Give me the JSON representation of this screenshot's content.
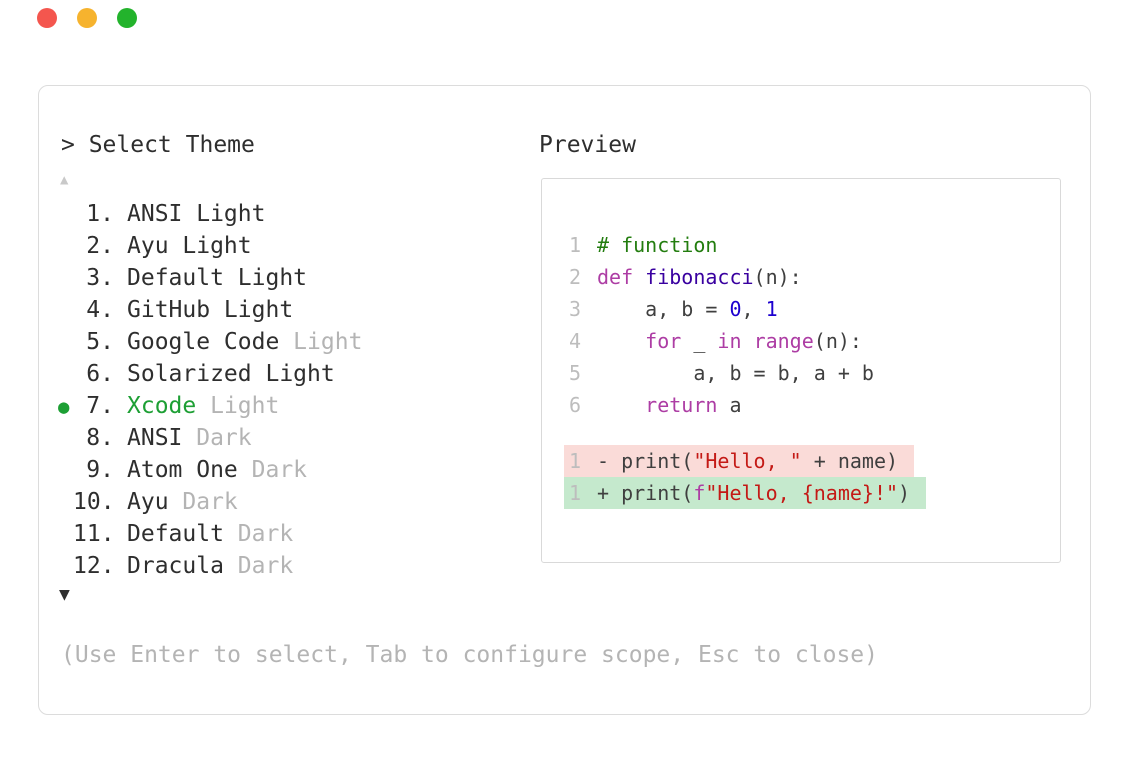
{
  "window": {
    "controls": [
      "close",
      "minimize",
      "zoom"
    ]
  },
  "palette": {
    "title": "> Select Theme",
    "scroll_up": "▲",
    "scroll_down": "▼",
    "selected_bullet": "●",
    "hint": "(Use Enter to select, Tab to configure scope, Esc to close)",
    "items": [
      {
        "number": "1.",
        "name": "ANSI Light",
        "muted": "",
        "selected": false
      },
      {
        "number": "2.",
        "name": "Ayu Light",
        "muted": "",
        "selected": false
      },
      {
        "number": "3.",
        "name": "Default Light",
        "muted": "",
        "selected": false
      },
      {
        "number": "4.",
        "name": "GitHub Light",
        "muted": "",
        "selected": false
      },
      {
        "number": "5.",
        "name": "Google Code",
        "muted": "Light",
        "selected": false
      },
      {
        "number": "6.",
        "name": "Solarized Light",
        "muted": "",
        "selected": false
      },
      {
        "number": "7.",
        "name": "Xcode",
        "muted": "Light",
        "selected": true
      },
      {
        "number": "8.",
        "name": "ANSI",
        "muted": "Dark",
        "selected": false
      },
      {
        "number": "9.",
        "name": "Atom One",
        "muted": "Dark",
        "selected": false
      },
      {
        "number": "10.",
        "name": "Ayu",
        "muted": "Dark",
        "selected": false
      },
      {
        "number": "11.",
        "name": "Default",
        "muted": "Dark",
        "selected": false
      },
      {
        "number": "12.",
        "name": "Dracula",
        "muted": "Dark",
        "selected": false
      }
    ]
  },
  "preview": {
    "title": "Preview",
    "code_lines": [
      {
        "num": "1",
        "segments": [
          {
            "text": "# function",
            "color": "comment"
          }
        ]
      },
      {
        "num": "2",
        "segments": [
          {
            "text": "def ",
            "color": "keyword"
          },
          {
            "text": "fibonacci",
            "color": "function"
          },
          {
            "text": "(n):",
            "color": "plain"
          }
        ]
      },
      {
        "num": "3",
        "segments": [
          {
            "text": "    a, b = ",
            "color": "plain"
          },
          {
            "text": "0",
            "color": "number"
          },
          {
            "text": ", ",
            "color": "plain"
          },
          {
            "text": "1",
            "color": "number"
          }
        ]
      },
      {
        "num": "4",
        "segments": [
          {
            "text": "    ",
            "color": "plain"
          },
          {
            "text": "for",
            "color": "keyword"
          },
          {
            "text": " _ ",
            "color": "plain"
          },
          {
            "text": "in",
            "color": "keyword"
          },
          {
            "text": " ",
            "color": "plain"
          },
          {
            "text": "range",
            "color": "keyword"
          },
          {
            "text": "(n):",
            "color": "plain"
          }
        ]
      },
      {
        "num": "5",
        "segments": [
          {
            "text": "        a, b = b, a + b",
            "color": "plain"
          }
        ]
      },
      {
        "num": "6",
        "segments": [
          {
            "text": "    ",
            "color": "plain"
          },
          {
            "text": "return",
            "color": "keyword"
          },
          {
            "text": " a",
            "color": "plain"
          }
        ]
      }
    ],
    "diff_lines": [
      {
        "num": "1",
        "kind": "removed",
        "segments": [
          {
            "text": "- print(",
            "color": "plain"
          },
          {
            "text": "\"Hello, \"",
            "color": "string"
          },
          {
            "text": " + name)",
            "color": "plain"
          }
        ]
      },
      {
        "num": "1",
        "kind": "added",
        "segments": [
          {
            "text": "+ print(",
            "color": "plain"
          },
          {
            "text": "f",
            "color": "keyword"
          },
          {
            "text": "\"Hello, {name}!\"",
            "color": "string"
          },
          {
            "text": ")",
            "color": "plain"
          }
        ]
      }
    ]
  },
  "colors": {
    "text": "#2e2e2e",
    "muted_text": "#b4b4b4",
    "selected_green": "#1d9f34",
    "comment": "#237d0f",
    "keyword": "#ad3da4",
    "function": "#3900a0",
    "number": "#1c00cf",
    "string": "#c41a16",
    "plain": "#3f3f3f",
    "line_number": "#bdbdbd",
    "removed_bg": "#fadbd8",
    "added_bg": "#c5e9cd",
    "traffic_red": "#f4564e",
    "traffic_yellow": "#f6b32e",
    "traffic_green": "#23b32c"
  }
}
